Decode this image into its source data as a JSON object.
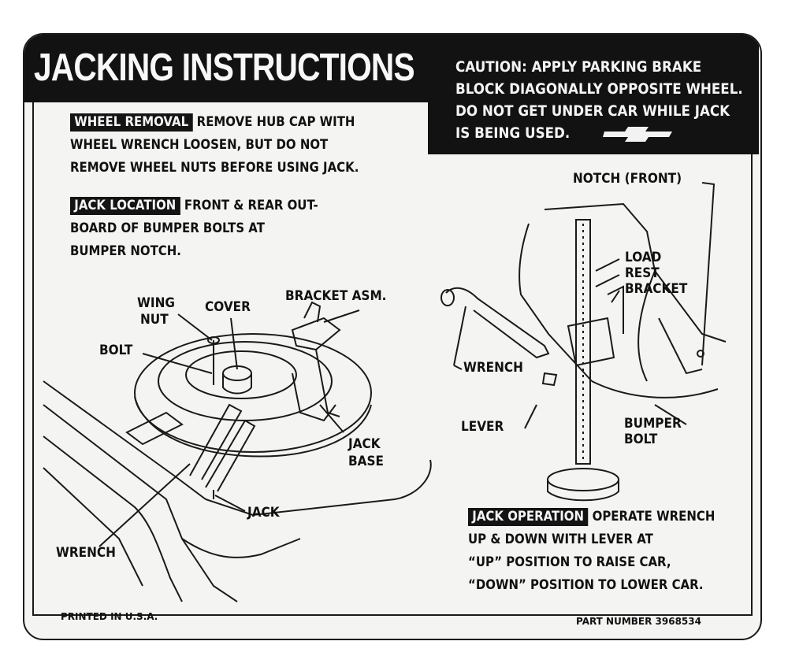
{
  "title": "JACKING INSTRUCTIONS",
  "caution_lines": [
    "CAUTION: APPLY PARKING BRAKE",
    "BLOCK DIAGONALLY OPPOSITE WHEEL.",
    "DO NOT GET UNDER CAR WHILE JACK",
    "IS BEING USED."
  ],
  "sections": {
    "wheel_removal": {
      "tag": "WHEEL REMOVAL",
      "lines": [
        "REMOVE HUB CAP WITH",
        "WHEEL WRENCH LOOSEN, BUT DO NOT",
        "REMOVE WHEEL NUTS BEFORE USING JACK."
      ]
    },
    "jack_location": {
      "tag": "JACK LOCATION",
      "lines": [
        "FRONT & REAR OUT-",
        "BOARD OF BUMPER BOLTS AT",
        "BUMPER NOTCH."
      ]
    },
    "jack_operation": {
      "tag": "JACK OPERATION",
      "lines": [
        "OPERATE WRENCH",
        "UP & DOWN WITH LEVER AT",
        "“UP” POSITION TO RAISE CAR,",
        "“DOWN” POSITION TO LOWER CAR."
      ]
    }
  },
  "left_labels": {
    "wing": "WING",
    "nut": "NUT",
    "cover": "COVER",
    "bracket_asm": "BRACKET ASM.",
    "bolt": "BOLT",
    "jack_base_1": "JACK",
    "jack_base_2": "BASE",
    "jack": "JACK",
    "wrench": "WRENCH"
  },
  "right_labels": {
    "notch_front": "NOTCH (FRONT)",
    "load": "LOAD",
    "rest": "REST",
    "bracket": "BRACKET",
    "wrench": "WRENCH",
    "lever": "LEVER",
    "bumper": "BUMPER",
    "bolt": "BOLT"
  },
  "footer": {
    "printed": "PRINTED IN U.S.A.",
    "part_number": "PART NUMBER 3968534"
  }
}
